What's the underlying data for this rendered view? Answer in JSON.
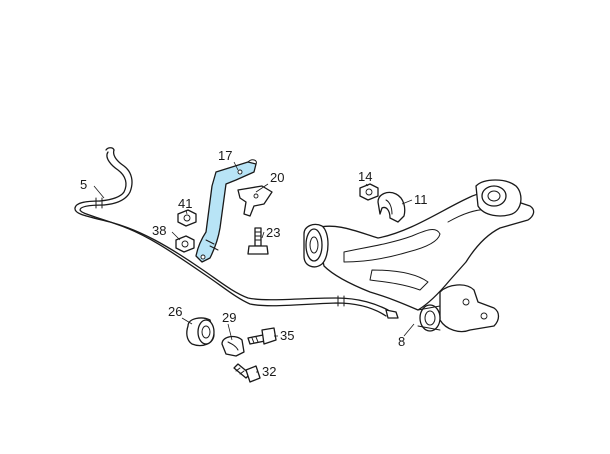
{
  "diagram": {
    "highlight_color": "#b8e4f6",
    "line_color": "#1a1a1a",
    "background": "#ffffff",
    "highlighted_part": "17",
    "parts": [
      {
        "id": "5",
        "label": "5"
      },
      {
        "id": "8",
        "label": "8"
      },
      {
        "id": "11",
        "label": "11"
      },
      {
        "id": "14",
        "label": "14"
      },
      {
        "id": "17",
        "label": "17"
      },
      {
        "id": "20",
        "label": "20"
      },
      {
        "id": "23",
        "label": "23"
      },
      {
        "id": "26",
        "label": "26"
      },
      {
        "id": "29",
        "label": "29"
      },
      {
        "id": "32",
        "label": "32"
      },
      {
        "id": "35",
        "label": "35"
      },
      {
        "id": "38",
        "label": "38"
      },
      {
        "id": "41",
        "label": "41"
      }
    ]
  }
}
